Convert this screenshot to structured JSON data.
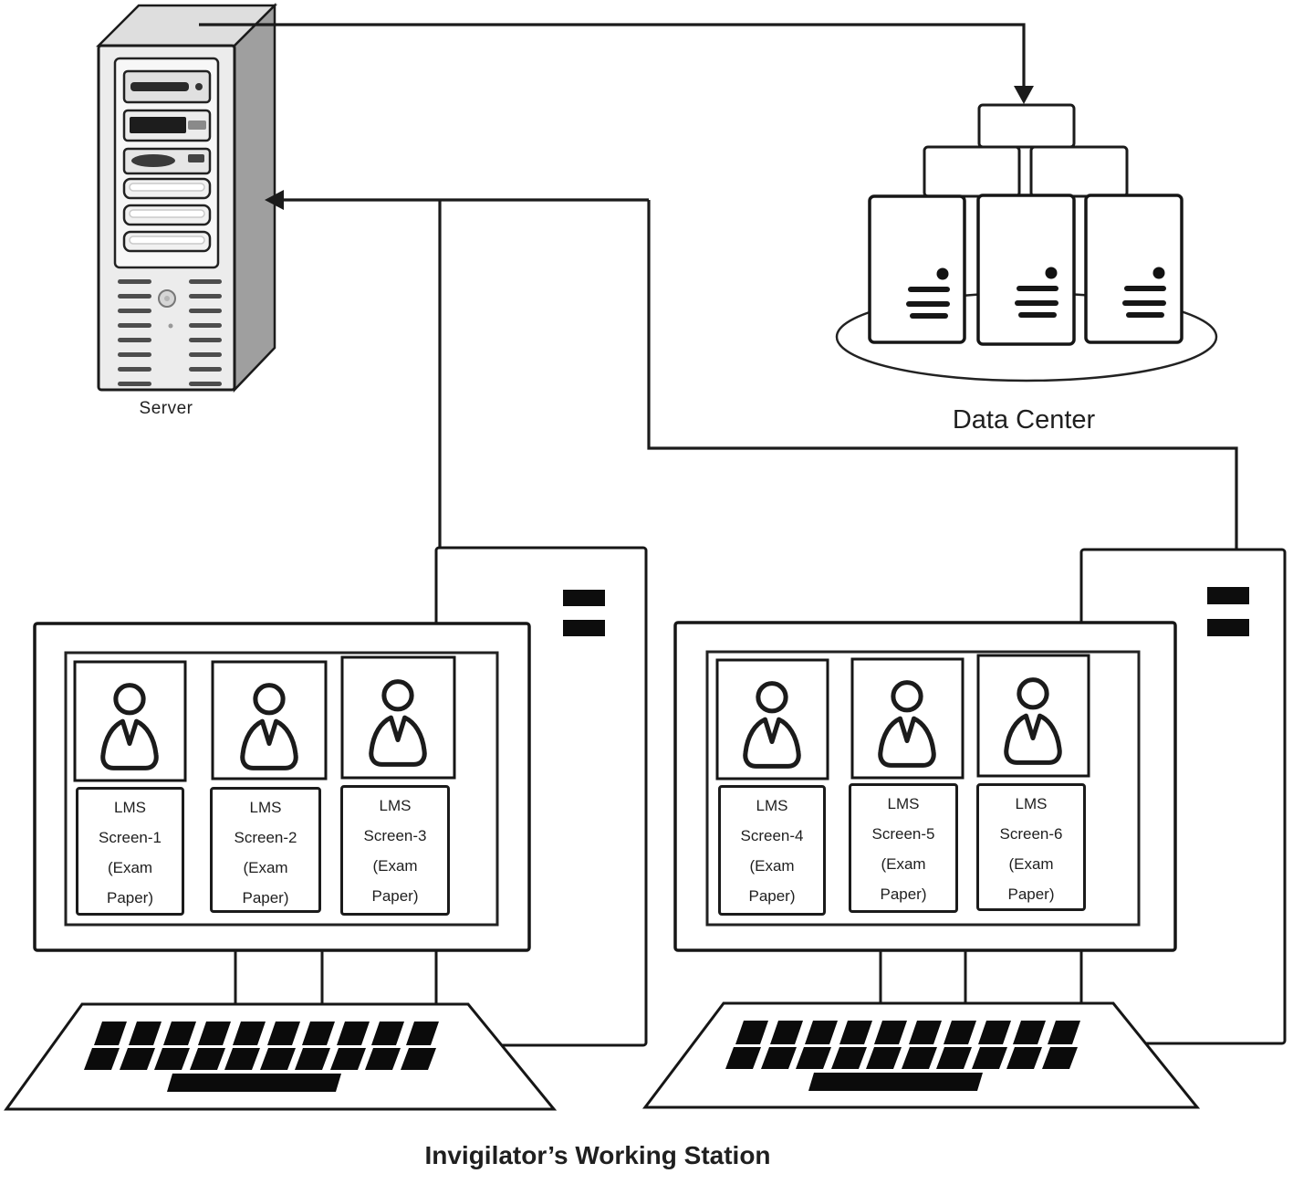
{
  "diagram_labels": {
    "server": "Server",
    "data_center": "Data Center",
    "workstation": "Invigilator’s Working Station"
  },
  "screens": [
    "LMS\nScreen-1\n(Exam\nPaper)",
    "LMS\nScreen-2\n(Exam\nPaper)",
    "LMS\nScreen-3\n(Exam\nPaper)",
    "LMS\nScreen-4\n(Exam\nPaper)",
    "LMS\nScreen-5\n(Exam\nPaper)",
    "LMS\nScreen-6\n(Exam\nPaper)"
  ],
  "nodes": {
    "server_count_in_data_center": 3,
    "monitors": 2,
    "screens_per_monitor": 3
  },
  "colors": {
    "ink": "#1b1b1b",
    "server_front": "#ececec",
    "server_top": "#dedede",
    "server_side": "#9f9f9f",
    "key_fill": "#0b0b0b",
    "background": "#ffffff"
  }
}
